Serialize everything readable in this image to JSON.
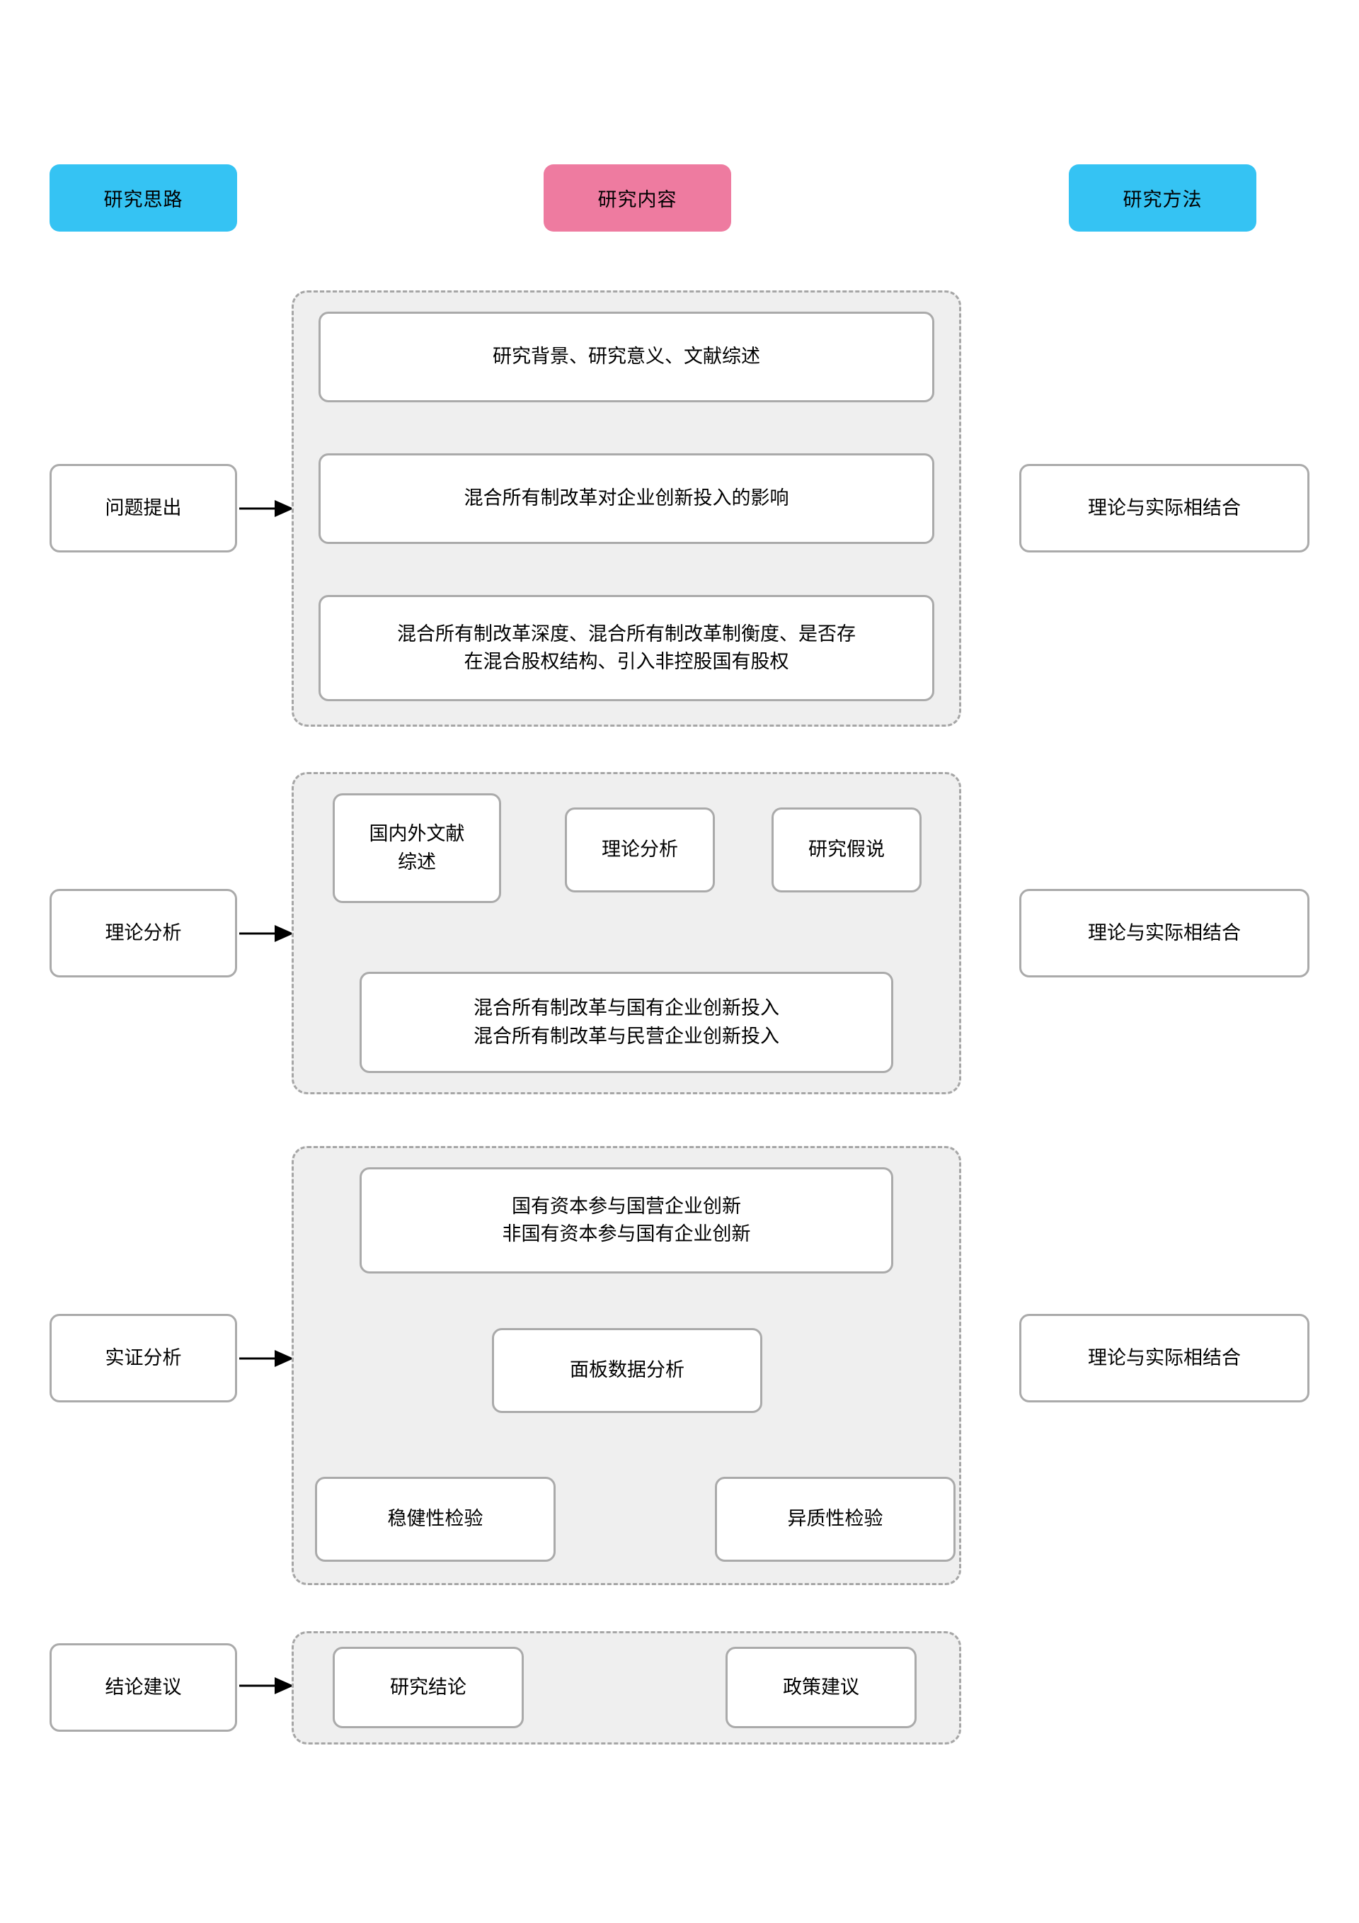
{
  "diagram": {
    "title_columns": [
      {
        "label": "研究思路",
        "color": "#35C3F3"
      },
      {
        "label": "研究内容",
        "color": "#EE7BA0"
      },
      {
        "label": "研究方法",
        "color": "#35C3F3"
      }
    ],
    "stages": [
      {
        "left_label": "问题提出",
        "right_label": "理论与实际相结合",
        "content_nodes": [
          "研究背景、研究意义、文献综述",
          "混合所有制改革对企业创新投入的影响",
          "混合所有制改革深度、混合所有制改革制衡度、是否存\n在混合股权结构、引入非控股国有股权"
        ]
      },
      {
        "left_label": "理论分析",
        "right_label": "理论与实际相结合",
        "content_nodes": [
          "国内外文献\n综述",
          "理论分析",
          "研究假说",
          "混合所有制改革与国有企业创新投入\n混合所有制改革与民营企业创新投入"
        ]
      },
      {
        "left_label": "实证分析",
        "right_label": "理论与实际相结合",
        "content_nodes": [
          "国有资本参与国营企业创新\n非国有资本参与国有企业创新",
          "面板数据分析",
          "稳健性检验",
          "异质性检验"
        ]
      },
      {
        "left_label": "结论建议",
        "right_label": "",
        "content_nodes": [
          "研究结论",
          "政策建议"
        ]
      }
    ],
    "colors": {
      "node_border": "#AAAAAA",
      "group_fill": "#EFEFEF",
      "group_border": "#A6A6A6",
      "arrow": "#000000"
    }
  }
}
